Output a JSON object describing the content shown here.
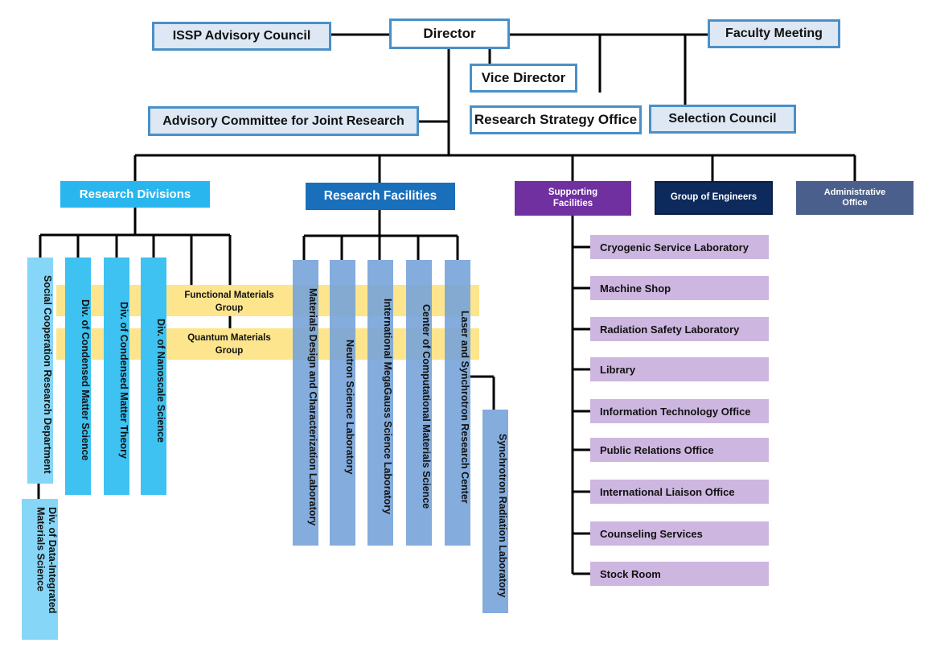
{
  "top": {
    "director": "Director",
    "advisory_council": "ISSP Advisory Council",
    "faculty_meeting": "Faculty Meeting",
    "vice_director": "Vice Director",
    "research_strategy_office": "Research Strategy Office",
    "selection_council": "Selection Council",
    "advisory_committee": "Advisory Committee for Joint Research"
  },
  "branches": {
    "research_divisions": "Research Divisions",
    "research_facilities": "Research Facilities",
    "supporting_facilities": "Supporting Facilities",
    "group_of_engineers": "Group of Engineers",
    "administrative_office": "Administrative Office"
  },
  "divisions": {
    "social_cooperation": "Social Cooperation Research Department",
    "condensed_matter_science": "Div. of Condensed Matter Science",
    "condensed_matter_theory": "Div. of Condensed Matter Theory",
    "nanoscale_science": "Div. of Nanoscale Science",
    "data_integrated": "Div. of Data-Integrated Materials Science"
  },
  "groups": {
    "functional_materials": "Functional Materials Group",
    "quantum_materials": "Quantum Materials Group"
  },
  "facilities": {
    "materials_design": "Materials Design and Characterization Laboratory",
    "neutron_science": "Neutron Science Laboratory",
    "megagauss": "International MegaGauss Science Laboratory",
    "computational": "Center of Computational Materials Science",
    "laser_synchrotron": "Laser and Synchrotron Research Center",
    "synchrotron_radiation": "Synchrotron Radiation Laboratory"
  },
  "supporting": [
    "Cryogenic Service Laboratory",
    "Machine Shop",
    "Radiation Safety Laboratory",
    "Library",
    "Information Technology Office",
    "Public Relations Office",
    "International Liaison Office",
    "Counseling Services",
    "Stock Room"
  ],
  "colors": {
    "top_border": "#4a90c8",
    "top_fill": "#dde8f4",
    "research_divisions": "#29b6ee",
    "research_facilities": "#1a6fba",
    "supporting_facilities": "#7030a0",
    "group_of_engineers": "#0d2a5c",
    "administrative_office": "#4a5f8c",
    "group_band": "#fde07a",
    "supporting_item": "#cdb6e0"
  }
}
